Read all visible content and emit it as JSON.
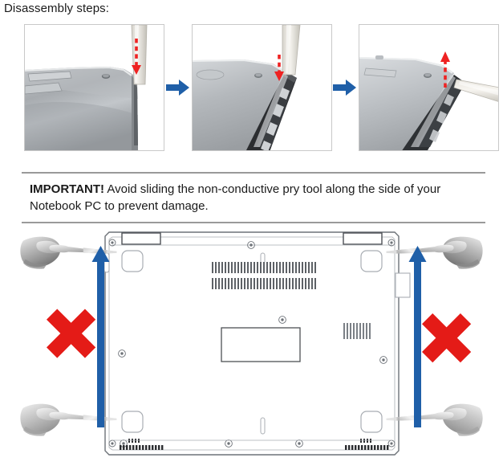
{
  "heading": "Disassembly steps:",
  "steps": {
    "panels": [
      {
        "name": "step-1",
        "alt": "Pry tool pressed down into the seam at the corner of the Notebook PC bottom cover",
        "arrow_direction": "down",
        "arrow_color": "#ee2222"
      },
      {
        "name": "step-2",
        "alt": "Pry tool pushed down as the bottom cover edge begins to separate from the chassis",
        "arrow_direction": "down",
        "arrow_color": "#ee2222"
      },
      {
        "name": "step-3",
        "alt": "Pry tool angled and lifted upward to release the bottom cover clips",
        "arrow_direction": "up",
        "arrow_color": "#ee2222"
      }
    ],
    "connector_icon": "right-arrow-icon",
    "connector_color": "#1f5fa8"
  },
  "important_note": {
    "label": "IMPORTANT!",
    "body": " Avoid sliding the non-conductive pry tool along the side of your Notebook PC to prevent damage.",
    "full_text": "IMPORTANT! Avoid sliding the non-conductive pry tool along the side of your Notebook PC to prevent damage.",
    "rule_color": "#9a9a9a"
  },
  "bottom_diagram": {
    "alt": "Bottom view of the Notebook PC with red X marks showing not to slide the pry tool along the left and right sides",
    "prohibition_icon": "red-x-icon",
    "prohibition_color": "#e41b17",
    "motion_arrow_icon": "up-arrow-icon",
    "motion_arrow_color": "#1f5fa8",
    "hand_tool_icon": "hand-holding-pry-tool-icon",
    "hands": [
      {
        "name": "hand-top-left",
        "position": "top-left"
      },
      {
        "name": "hand-bottom-left",
        "position": "bottom-left"
      },
      {
        "name": "hand-top-right",
        "position": "top-right"
      },
      {
        "name": "hand-bottom-right",
        "position": "bottom-right"
      }
    ],
    "marks": [
      {
        "name": "x-mark-left",
        "side": "left"
      },
      {
        "name": "x-mark-right",
        "side": "right"
      }
    ],
    "arrows": [
      {
        "name": "slide-arrow-left",
        "side": "left",
        "direction": "up"
      },
      {
        "name": "slide-arrow-right",
        "side": "right",
        "direction": "up"
      }
    ]
  }
}
